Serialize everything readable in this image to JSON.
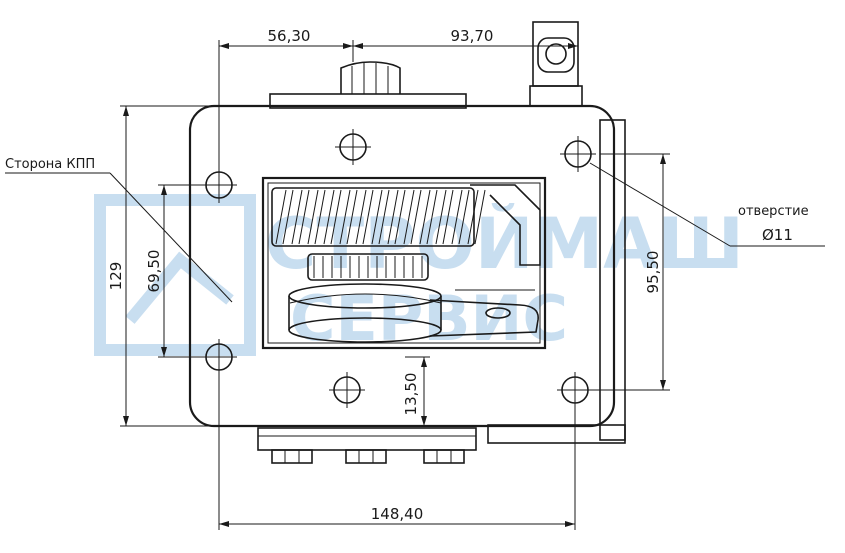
{
  "labels": {
    "gearbox_side": "Сторона КПП",
    "hole_title": "отверстие",
    "hole_diameter": "Ø11"
  },
  "dimensions": {
    "top_left": "56,30",
    "top_right": "93,70",
    "bottom_width": "148,40",
    "left_total_height": "129",
    "left_hole_spacing": "69,50",
    "right_hole_spacing": "95,50",
    "bottom_offset": "13,50"
  },
  "watermark": {
    "line1": "СТРОЙМАШ",
    "line2": "СЕРВИС"
  }
}
